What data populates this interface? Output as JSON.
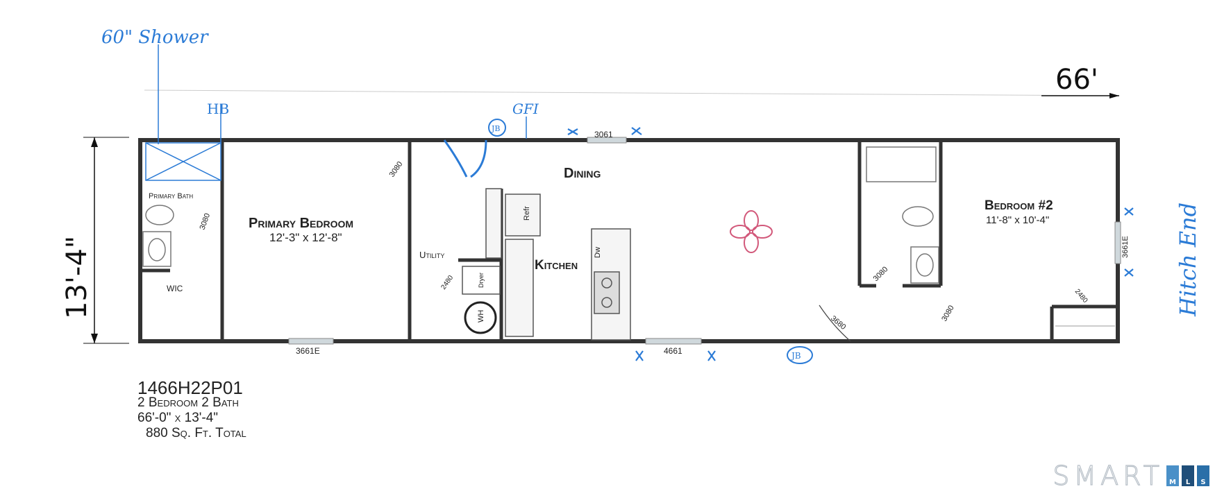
{
  "rooms": {
    "primary_bath": "Primary Bath",
    "primary_bedroom": "Primary Bedroom",
    "primary_bedroom_size": "12'-3\" x 12'-8\"",
    "dining": "Dining",
    "utility": "Utility",
    "kitchen": "Kitchen",
    "bedroom2": "Bedroom #2",
    "bedroom2_size": "11'-8\" x 10'-4\"",
    "wic": "WIC"
  },
  "fixtures": {
    "refrigerator": "Refr",
    "dishwasher": "Dw",
    "water_heater": "WH",
    "dryer": "Dryer"
  },
  "dimensions": {
    "length": "66'",
    "width": "13'-4\""
  },
  "window_labels": {
    "top_window": "3061",
    "bottom_bedroom_window": "3661E",
    "bottom_kitchen_window": "4661",
    "right_window": "3661E"
  },
  "door_labels": {
    "bedroom_door": "3080",
    "bath_door": "3080",
    "utility_door": "2480",
    "hall_door": "3080",
    "bed2_door": "3080",
    "rear_entry_door": "3680",
    "closet_door": "2480"
  },
  "annotations": {
    "shower_note": "60\" Shower",
    "hb": "HB",
    "gfi": "GFI",
    "jb_top": "JB",
    "jb_bottom": "JB",
    "hitch_end": "Hitch End"
  },
  "info": {
    "model": "1466H22P01",
    "bedbath": "2 Bedroom 2 Bath",
    "size": "66'-0\" x 13'-4\"",
    "sqft": "880 Sq. Ft. Total"
  },
  "watermark": {
    "word": "SMART",
    "boxes": [
      "M",
      "L",
      "S"
    ],
    "colors": [
      "#4a90c8",
      "#1f4e79",
      "#2a6fa8"
    ]
  }
}
